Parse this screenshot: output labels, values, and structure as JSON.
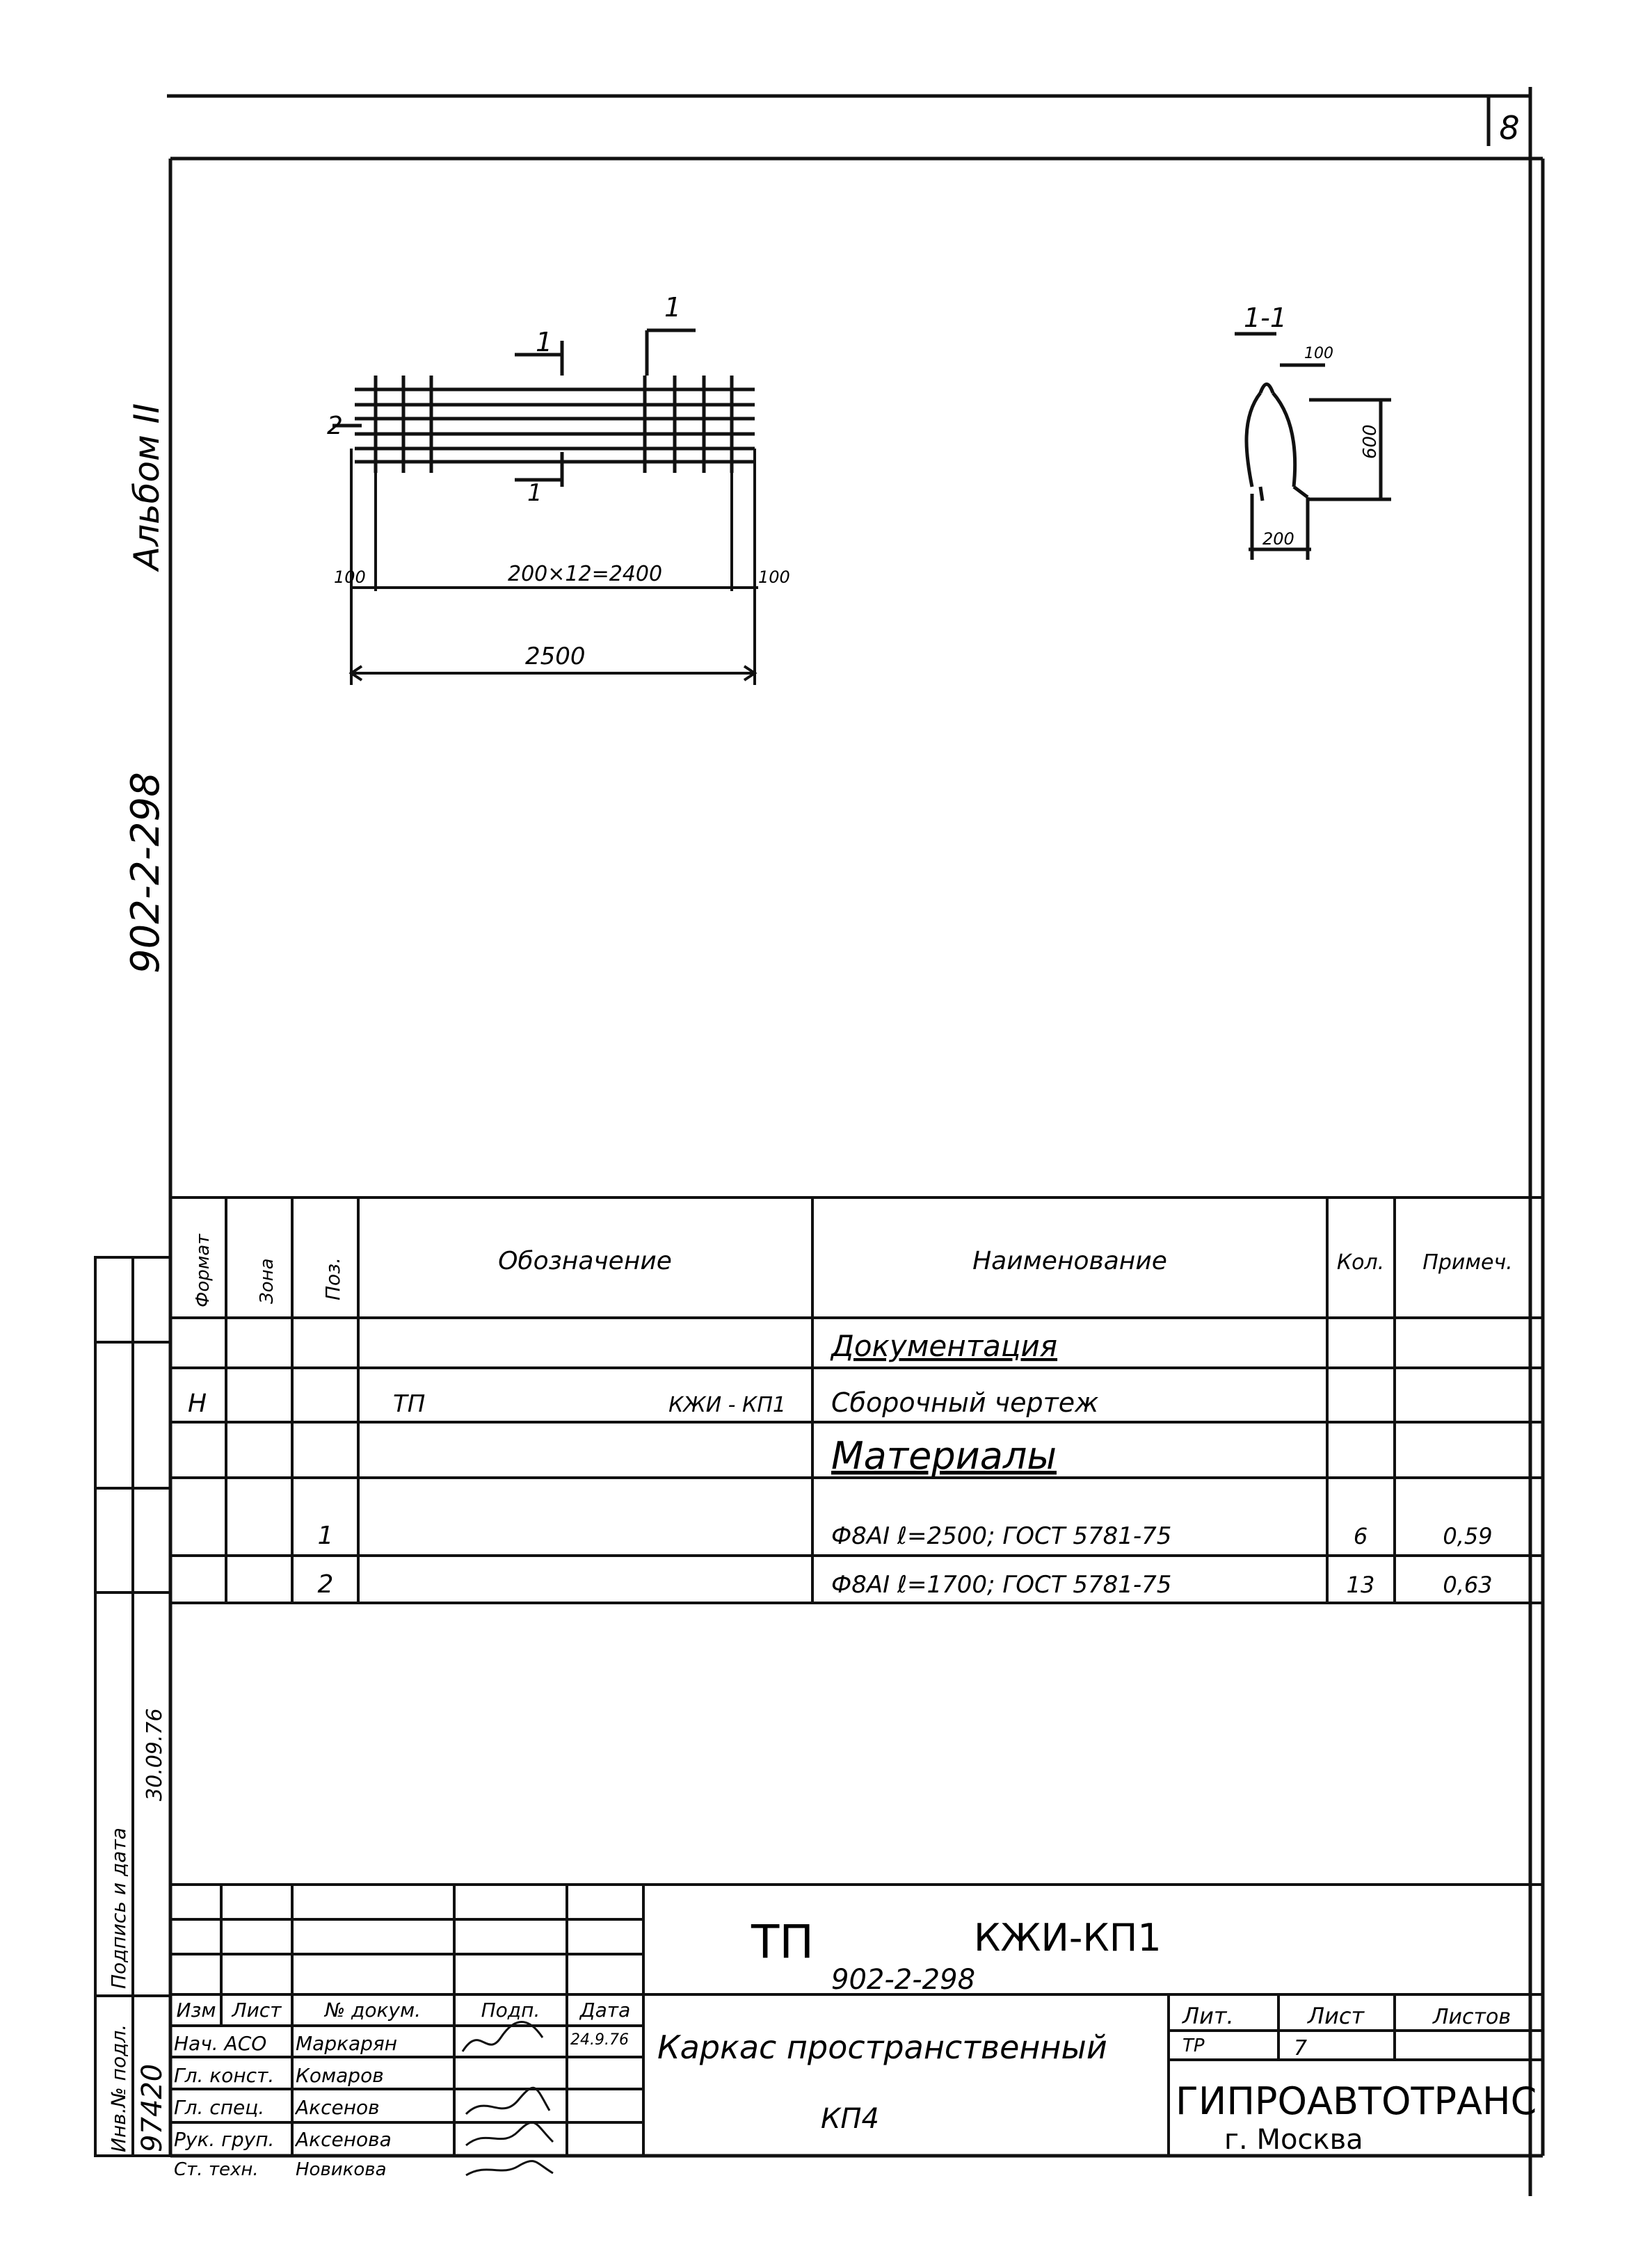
{
  "sheet_number": "8",
  "side": {
    "album": "Альбом II",
    "project_code": "902-2-298"
  },
  "drawing": {
    "section_mark_left": "1",
    "section_mark_right": "1",
    "section_view_label": "1-1",
    "pos_label": "2",
    "dim_end_left": "100",
    "dim_mid": "200×12=2400",
    "dim_end_right": "100",
    "dim_total": "2500",
    "sec_dim_top": "100",
    "sec_dim_side": "600",
    "sec_dim_bottom": "200"
  },
  "spec_table": {
    "headers": {
      "format": "Формат",
      "zone": "Зона",
      "pos": "Поз.",
      "designation": "Обозначение",
      "name": "Наименование",
      "qty": "Кол.",
      "note": "Примеч."
    },
    "section_docs": "Документация",
    "doc_row": {
      "format": "Н",
      "designation_left": "ТП",
      "designation_right": "КЖИ - КП1",
      "name": "Сборочный чертеж"
    },
    "section_materials": "Материалы",
    "rows": [
      {
        "pos": "1",
        "name": "Ф8АI  ℓ=2500; ГОСТ 5781-75",
        "qty": "6",
        "note": "0,59"
      },
      {
        "pos": "2",
        "name": "Ф8АI  ℓ=1700; ГОСТ 5781-75",
        "qty": "13",
        "note": "0,63"
      }
    ]
  },
  "side_stamp": {
    "inv_label": "Инв.№ подл.",
    "inv_value": "97420",
    "sign_label": "Подпись и дата",
    "sign_value": "30.09.76"
  },
  "title_block": {
    "code_prefix": "ТП",
    "code_suffix": "КЖИ-КП1",
    "code_sub": "902-2-298",
    "col_headers": [
      "Изм",
      "Лист",
      "№ докум.",
      "Подп.",
      "Дата"
    ],
    "people": [
      {
        "role": "Нач. АСО",
        "name": "Маркарян",
        "date": "24.9.76"
      },
      {
        "role": "Гл. конст.",
        "name": "Комаров",
        "date": ""
      },
      {
        "role": "Гл. спец.",
        "name": "Аксенов",
        "date": ""
      },
      {
        "role": "Рук. груп.",
        "name": "Аксенова",
        "date": ""
      },
      {
        "role": "Ст. техн.",
        "name": "Новикова",
        "date": ""
      }
    ],
    "item_name": "Каркас пространственный",
    "item_mark": "КП4",
    "lit_label": "Лит.",
    "sheet_label": "Лист",
    "sheets_label": "Листов",
    "lit_value": "ТР",
    "sheet_value": "7",
    "org": "ГИПРОАВТОТРАНС",
    "city": "г. Москва"
  }
}
